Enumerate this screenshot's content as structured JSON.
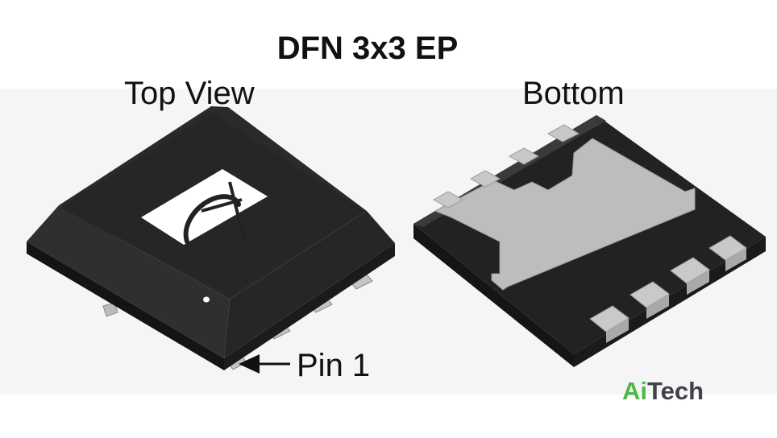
{
  "title": "DFN 3x3 EP",
  "top_view": {
    "label": "Top View",
    "pin_marker_label": "Pin 1",
    "logo": "AiTech A logo mark"
  },
  "bottom_view": {
    "label": "Bottom"
  },
  "brand": {
    "part1": "Ai",
    "part2": "Tech",
    "color1": "#4cb848",
    "color2": "#3f4246"
  },
  "colors": {
    "package_body": "#232323",
    "package_edge": "#111111",
    "pad_metal": "#bdbdbd",
    "background_floor": "#f4f4f4"
  }
}
